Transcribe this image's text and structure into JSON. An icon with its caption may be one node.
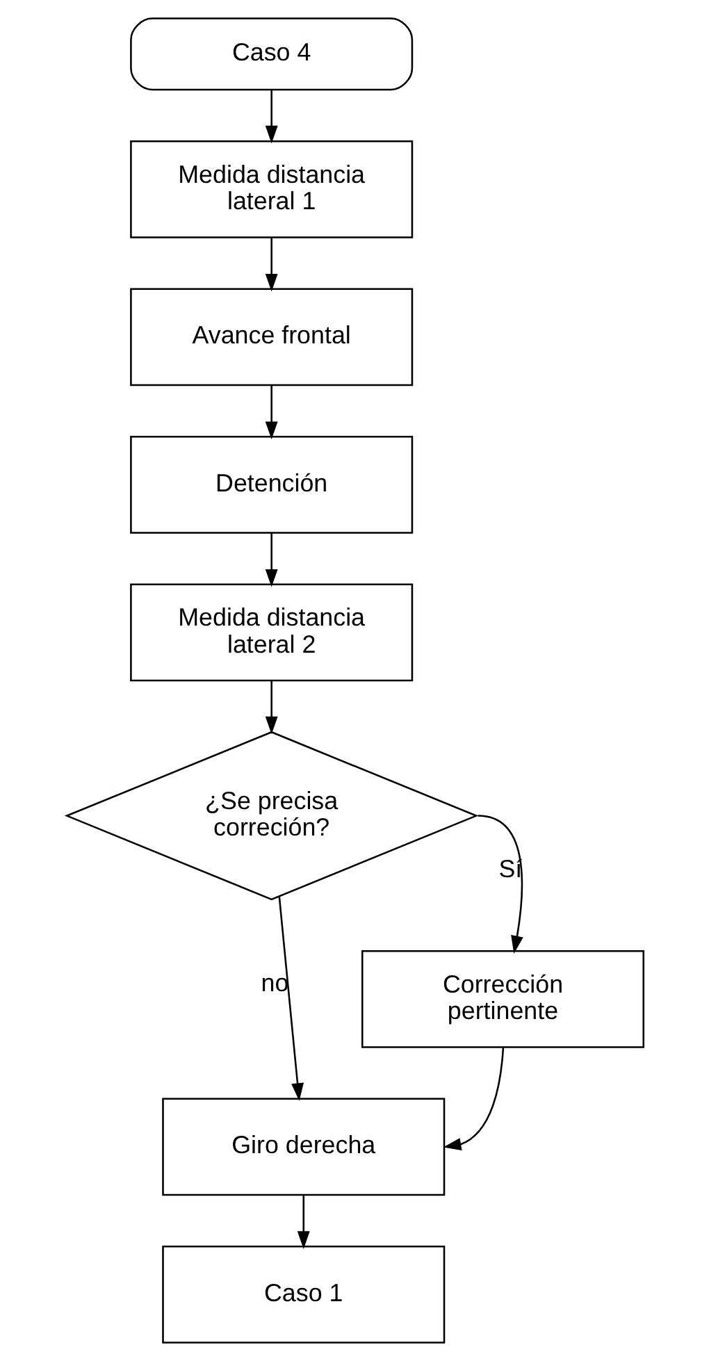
{
  "diagram": {
    "nodes": [
      {
        "text": [
          "Caso 4"
        ]
      },
      {
        "text": [
          "Medida distancia lateral 1"
        ]
      },
      {
        "text": [
          "Avance frontal"
        ]
      },
      {
        "text": [
          "Detención"
        ]
      },
      {
        "text": [
          "Medida distancia lateral 2"
        ]
      },
      {
        "text": [
          "¿Se precisa correción?"
        ]
      },
      {
        "text": [
          "Corrección pertinente"
        ]
      },
      {
        "text": [
          "Giro derecha"
        ]
      },
      {
        "text": [
          "Caso 1"
        ]
      }
    ],
    "edges": [
      {
        "from": 0,
        "to": 1,
        "arrow": "to"
      },
      {
        "from": 1,
        "to": 2,
        "arrow": "to"
      },
      {
        "from": 2,
        "to": 3,
        "arrow": "to"
      },
      {
        "from": 3,
        "to": 4,
        "arrow": "to"
      },
      {
        "from": 4,
        "to": 5,
        "arrow": "to"
      },
      {
        "from": 5,
        "to": 6,
        "arrow": "to",
        "label": "Sí"
      },
      {
        "from": 5,
        "to": 7,
        "arrow": "to",
        "label": "no"
      },
      {
        "from": 6,
        "to": 7,
        "arrow": "to"
      },
      {
        "from": 7,
        "to": 8,
        "arrow": "to"
      }
    ]
  }
}
